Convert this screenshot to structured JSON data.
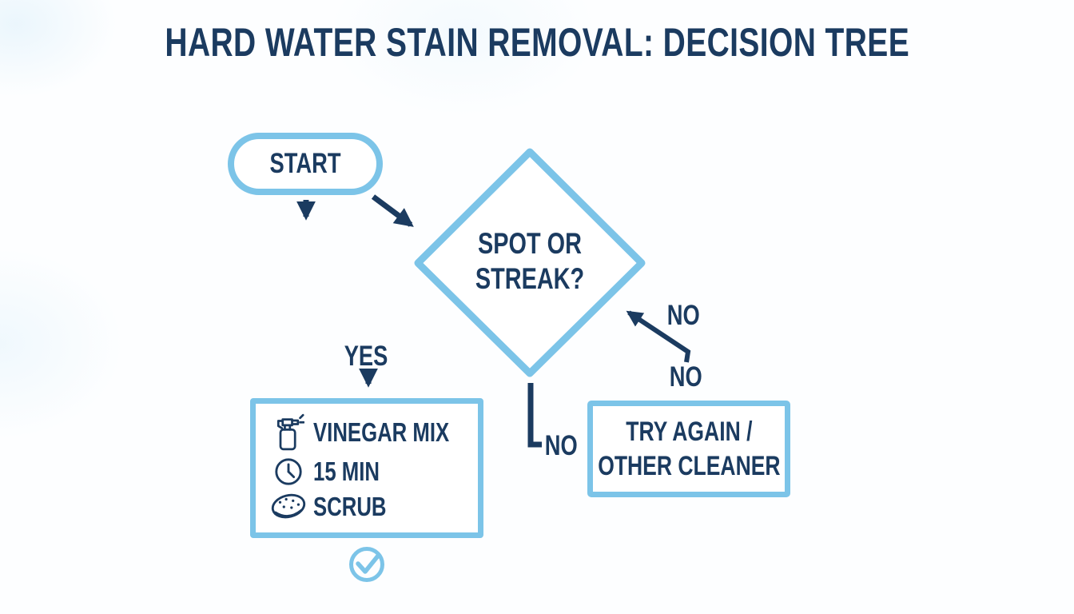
{
  "title": "HARD WATER STAIN REMOVAL: DECISION TREE",
  "colors": {
    "navy_text": "#1b3b60",
    "light_blue_accent": "#7cc4e8",
    "background": "#fdfeff"
  },
  "flowchart": {
    "start_label": "START",
    "decision": {
      "line1": "SPOT OR",
      "line2": "STREAK?"
    },
    "branch_labels": {
      "yes": "YES",
      "no_upper": "NO",
      "no_mid": "NO",
      "no_bottom": "NO"
    },
    "treatment_box": {
      "items": [
        {
          "icon": "spray-bottle-icon",
          "label": "VINEGAR MIX"
        },
        {
          "icon": "clock-icon",
          "label": "15 MIN"
        },
        {
          "icon": "sponge-icon",
          "label": "SCRUB"
        }
      ]
    },
    "retry_box": {
      "line1": "TRY AGAIN /",
      "line2": "OTHER CLEANER"
    },
    "success_icon": "check-circle-icon"
  }
}
